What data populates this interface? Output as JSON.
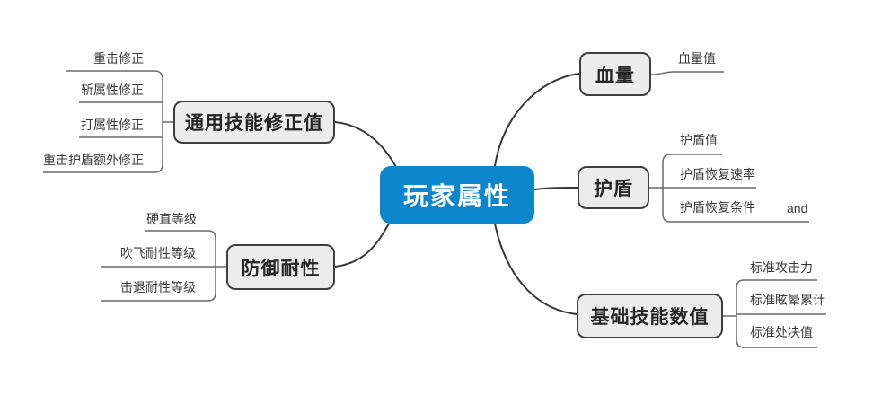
{
  "root": {
    "label": "玩家属性"
  },
  "branches": [
    {
      "label": "通用技能修正值",
      "children": [
        "重击修正",
        "斩属性修正",
        "打属性修正",
        "重击护盾额外修正"
      ]
    },
    {
      "label": "防御耐性",
      "children": [
        "硬直等级",
        "吹飞耐性等级",
        "击退耐性等级"
      ]
    },
    {
      "label": "血量",
      "children": [
        "血量值"
      ]
    },
    {
      "label": "护盾",
      "children": [
        "护盾值",
        "护盾恢复速率",
        "护盾恢复条件"
      ],
      "annotation": "and"
    },
    {
      "label": "基础技能数值",
      "children": [
        "标准攻击力",
        "标准眩晕累计",
        "标准处决值"
      ]
    }
  ],
  "colors": {
    "root_fill": "#0e86ce",
    "root_text": "#ffffff",
    "branch_fill": "#ececec",
    "branch_border": "#3f3f3f",
    "branch_text": "#252525",
    "main_connector": "#383838",
    "child_connector": "#6a6a6a",
    "child_text": "#3a3a3a",
    "background": "#ffffff"
  }
}
